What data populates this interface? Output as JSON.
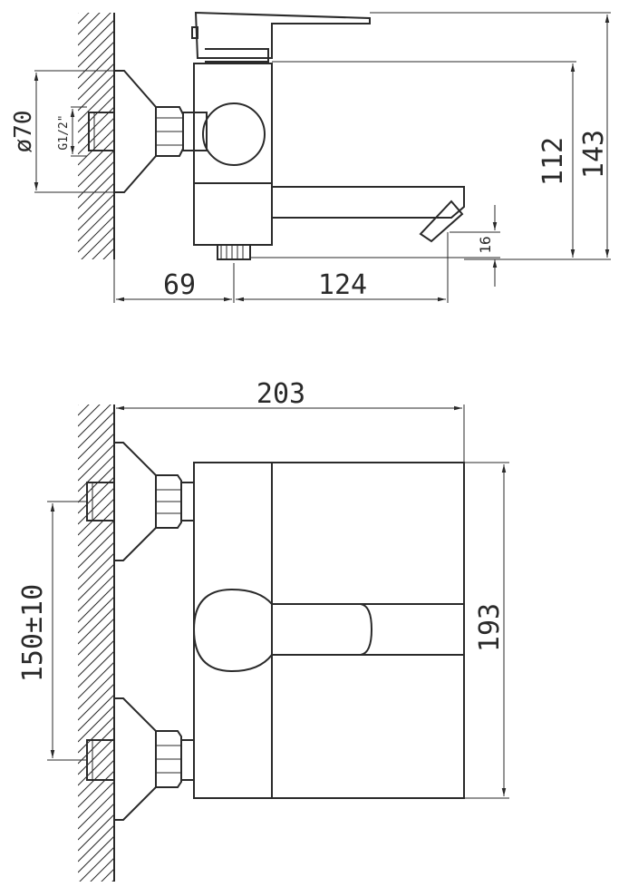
{
  "top_view": {
    "dim_diameter": "ø70",
    "dim_thread": "G1/2\"",
    "dim_height_body": "112",
    "dim_height_total": "143",
    "dim_spout_drop": "16",
    "dim_wall_offset": "69",
    "dim_spout_reach": "124"
  },
  "front_view": {
    "dim_width": "203",
    "dim_height": "193",
    "dim_spacing": "150±10"
  }
}
